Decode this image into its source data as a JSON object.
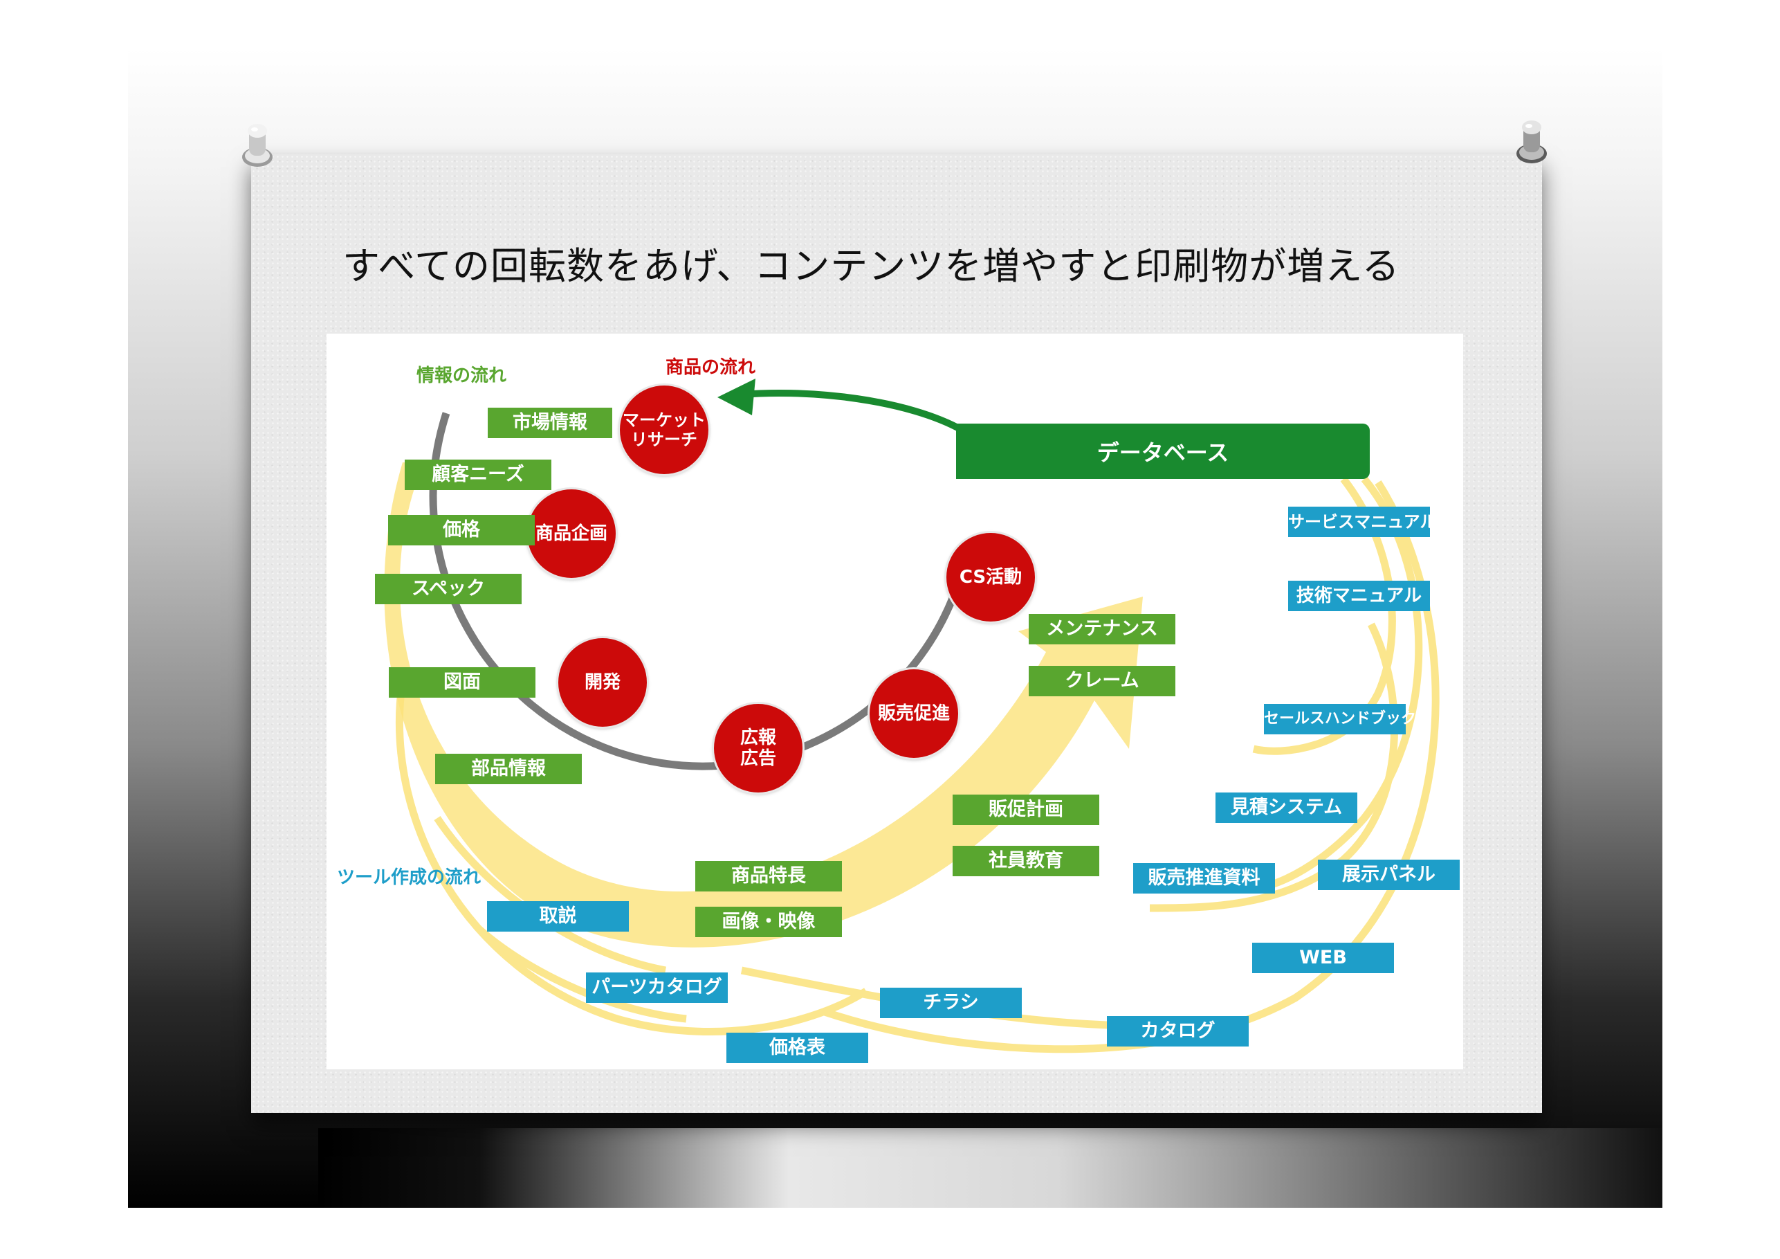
{
  "slide": {
    "title": "すべての回転数をあげ、コンテンツを増やすと印刷物が増える"
  },
  "headings": {
    "info_flow": "情報の流れ",
    "product_flow": "商品の流れ",
    "tool_flow": "ツール作成の流れ"
  },
  "database": "データベース",
  "cycle": {
    "market_research": "マーケット\nリサーチ",
    "product_planning": "商品企画",
    "development": "開発",
    "advertising": "広報\n広告",
    "sales_promotion": "販売促進",
    "cs": "CS活動"
  },
  "green_labels": {
    "market_info": "市場情報",
    "customer_needs": "顧客ニーズ",
    "price": "価格",
    "spec": "スペック",
    "drawing": "図面",
    "parts_info": "部品情報",
    "maintenance": "メンテナンス",
    "claim": "クレーム",
    "promo_plan": "販促計画",
    "staff_training": "社員教育",
    "product_features": "商品特長",
    "images_video": "画像・映像"
  },
  "blue_labels": {
    "service_manual": "サービスマニュアル",
    "tech_manual": "技術マニュアル",
    "sales_handbook": "セールスハンドブック",
    "estimate_system": "見積システム",
    "display_panel": "展示パネル",
    "sales_material": "販売推進資料",
    "web": "WEB",
    "translation": "取説",
    "parts_catalog": "パーツカタログ",
    "flyer": "チラシ",
    "catalog": "カタログ",
    "price_list": "価格表"
  },
  "colors": {
    "info_green": "#59a62f",
    "product_red": "#cc0a0a",
    "tool_blue": "#1e9ec9",
    "database_green": "#198a2f",
    "flow_yellow": "#fbe27a"
  }
}
